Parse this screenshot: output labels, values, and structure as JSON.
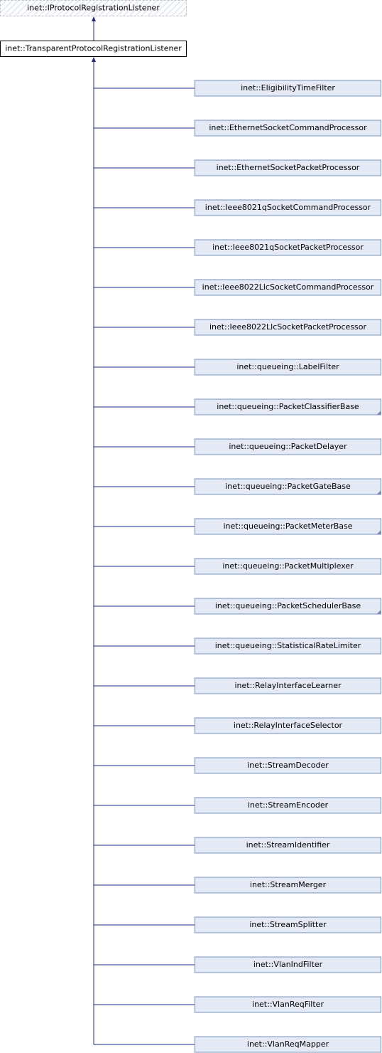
{
  "colors": {
    "edge": "#1f2a80",
    "base_border": "#bfbfbf",
    "base_hatch": "#dfe6f5",
    "root_border": "#000000",
    "derived_border": "#7b8fb8",
    "derived_fill": "#e3e9f5",
    "text": "#000000"
  },
  "diagram": {
    "base_class": "inet::IProtocolRegistrationListener",
    "root_class": "inet::TransparentProtocolRegistrationListener",
    "derived": [
      {
        "name": "inet::EligibilityTimeFilter",
        "has_subclasses": false
      },
      {
        "name": "inet::EthernetSocketCommandProcessor",
        "has_subclasses": false
      },
      {
        "name": "inet::EthernetSocketPacketProcessor",
        "has_subclasses": false
      },
      {
        "name": "inet::Ieee8021qSocketCommandProcessor",
        "has_subclasses": false
      },
      {
        "name": "inet::Ieee8021qSocketPacketProcessor",
        "has_subclasses": false
      },
      {
        "name": "inet::Ieee8022LlcSocketCommandProcessor",
        "has_subclasses": false
      },
      {
        "name": "inet::Ieee8022LlcSocketPacketProcessor",
        "has_subclasses": false
      },
      {
        "name": "inet::queueing::LabelFilter",
        "has_subclasses": false
      },
      {
        "name": "inet::queueing::PacketClassifierBase",
        "has_subclasses": true
      },
      {
        "name": "inet::queueing::PacketDelayer",
        "has_subclasses": false
      },
      {
        "name": "inet::queueing::PacketGateBase",
        "has_subclasses": true
      },
      {
        "name": "inet::queueing::PacketMeterBase",
        "has_subclasses": true
      },
      {
        "name": "inet::queueing::PacketMultiplexer",
        "has_subclasses": false
      },
      {
        "name": "inet::queueing::PacketSchedulerBase",
        "has_subclasses": true
      },
      {
        "name": "inet::queueing::StatisticalRateLimiter",
        "has_subclasses": false
      },
      {
        "name": "inet::RelayInterfaceLearner",
        "has_subclasses": false
      },
      {
        "name": "inet::RelayInterfaceSelector",
        "has_subclasses": false
      },
      {
        "name": "inet::StreamDecoder",
        "has_subclasses": false
      },
      {
        "name": "inet::StreamEncoder",
        "has_subclasses": false
      },
      {
        "name": "inet::StreamIdentifier",
        "has_subclasses": false
      },
      {
        "name": "inet::StreamMerger",
        "has_subclasses": false
      },
      {
        "name": "inet::StreamSplitter",
        "has_subclasses": false
      },
      {
        "name": "inet::VlanIndFilter",
        "has_subclasses": false
      },
      {
        "name": "inet::VlanReqFilter",
        "has_subclasses": false
      },
      {
        "name": "inet::VlanReqMapper",
        "has_subclasses": false
      }
    ]
  }
}
